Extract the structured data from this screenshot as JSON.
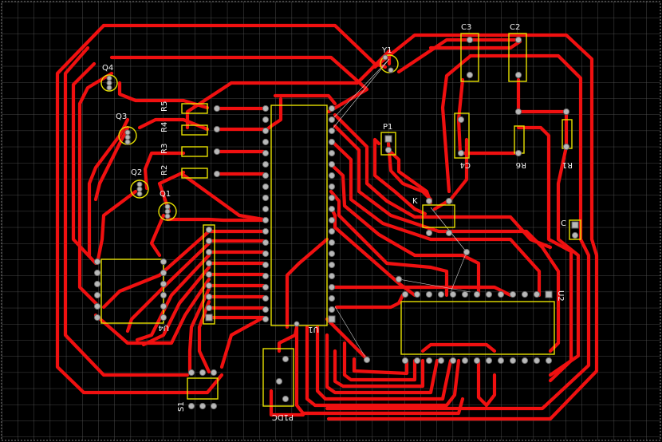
{
  "board": {
    "background": "#000000",
    "grid_color": "#5a5a5a",
    "trace_color": "#f01010",
    "silkscreen_color": "#e6e000",
    "pad_color": "#b8b8b8",
    "label_color": "#f0f0f0"
  },
  "components": [
    {
      "ref": "Q4",
      "kind": "transistor"
    },
    {
      "ref": "Q3",
      "kind": "transistor"
    },
    {
      "ref": "Q2",
      "kind": "transistor"
    },
    {
      "ref": "Q1",
      "kind": "transistor"
    },
    {
      "ref": "R5",
      "kind": "resistor"
    },
    {
      "ref": "R4",
      "kind": "resistor"
    },
    {
      "ref": "R3",
      "kind": "resistor"
    },
    {
      "ref": "R2",
      "kind": "resistor"
    },
    {
      "ref": "Y1",
      "kind": "crystal"
    },
    {
      "ref": "P1",
      "kind": "connector"
    },
    {
      "ref": "C3",
      "kind": "capacitor"
    },
    {
      "ref": "C2",
      "kind": "capacitor"
    },
    {
      "ref": "C4",
      "kind": "capacitor"
    },
    {
      "ref": "R6",
      "kind": "resistor"
    },
    {
      "ref": "R1",
      "kind": "resistor"
    },
    {
      "ref": "K",
      "kind": "connector"
    },
    {
      "ref": "C",
      "kind": "connector"
    },
    {
      "ref": "U1",
      "kind": "ic"
    },
    {
      "ref": "U2",
      "kind": "ic"
    },
    {
      "ref": "U4",
      "kind": "ic"
    },
    {
      "ref": "S1",
      "kind": "switch"
    },
    {
      "ref": "P1DC",
      "kind": "power-jack"
    }
  ]
}
